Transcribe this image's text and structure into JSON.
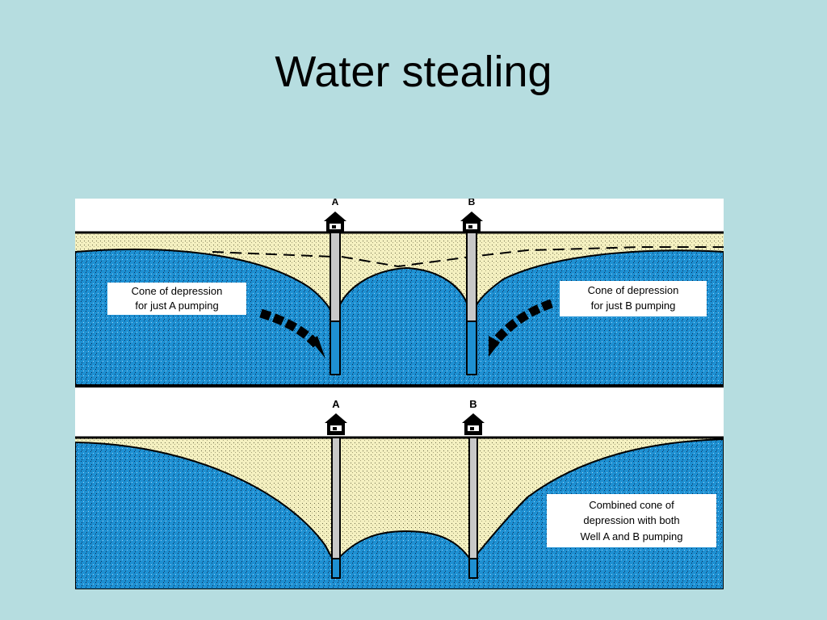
{
  "slide": {
    "title": "Water stealing"
  },
  "diagram": {
    "top_panel": {
      "well_a_label": "A",
      "well_b_label": "B",
      "callout_left": [
        "Cone of depression",
        "for just A pumping"
      ],
      "callout_right": [
        "Cone of depression",
        "for just B pumping"
      ]
    },
    "bottom_panel": {
      "well_a_label": "A",
      "well_b_label": "B",
      "callout": [
        "Combined cone of",
        "depression with both",
        "Well A and B pumping"
      ]
    },
    "colors": {
      "background": "#b6dde0",
      "water": "#1e90d2",
      "dry_soil": "#f4f0c0",
      "sky": "#ffffff",
      "outline": "#000000"
    }
  }
}
